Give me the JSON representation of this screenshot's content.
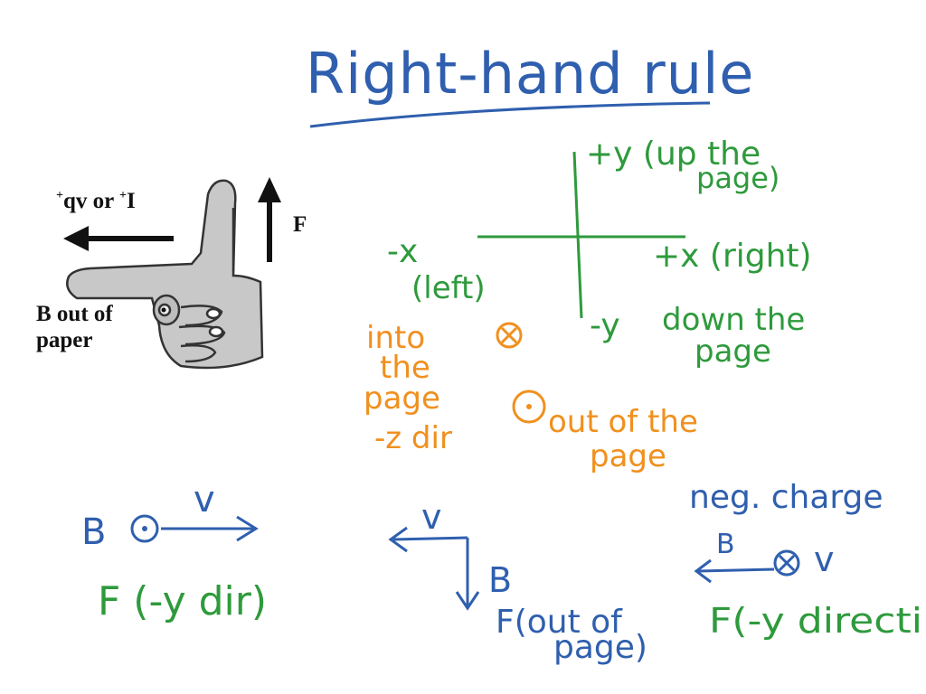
{
  "colors": {
    "blue": "#2f5fae",
    "green": "#2e9a3c",
    "orange": "#f0901e",
    "black": "#111111",
    "hand_fill": "#c8c8c8",
    "hand_outline": "#333333"
  },
  "title": "Right-hand rule",
  "hand_figure": {
    "charge_label": "+qv or +I",
    "charge_label_sup1": "+",
    "charge_label_part1": "qv or ",
    "charge_label_sup2": "+",
    "charge_label_part2": "I",
    "force_label": "F",
    "field_label_line1": "B out of",
    "field_label_line2": "paper"
  },
  "axes": {
    "plus_y": "+y (up the",
    "plus_y_cont": "page)",
    "minus_x": "-x",
    "minus_x_note": "(left)",
    "plus_x": "+x (right)",
    "minus_y": "-y",
    "minus_y_note_1": "down the",
    "minus_y_note_2": "page"
  },
  "z_notes": {
    "into_1": "into",
    "into_2": "the",
    "into_3": "page",
    "into_4": "-z dir",
    "into_symbol": "⊗",
    "out_symbol": "⊙",
    "out_1": "out of the",
    "out_2": "page"
  },
  "example1": {
    "b_label": "B",
    "v_label": "v",
    "force": "F (-y dir)"
  },
  "example2": {
    "v_label": "v",
    "b_label": "B",
    "force_1": "F(out of",
    "force_2": "page)"
  },
  "example3": {
    "heading": "neg. charge",
    "b_label": "B",
    "v_label": "v",
    "force": "F(-y directi"
  }
}
